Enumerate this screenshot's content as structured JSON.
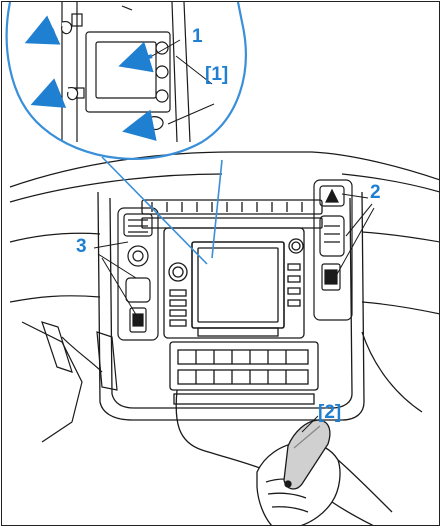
{
  "callouts": {
    "c1": "1",
    "c1b": "[1]",
    "c2": "2",
    "c2b": "[2]",
    "c3": "3"
  },
  "colors": {
    "accent": "#1f7fd0",
    "line": "#1a1a1a",
    "zoom_ring": "#3a8fd8"
  }
}
